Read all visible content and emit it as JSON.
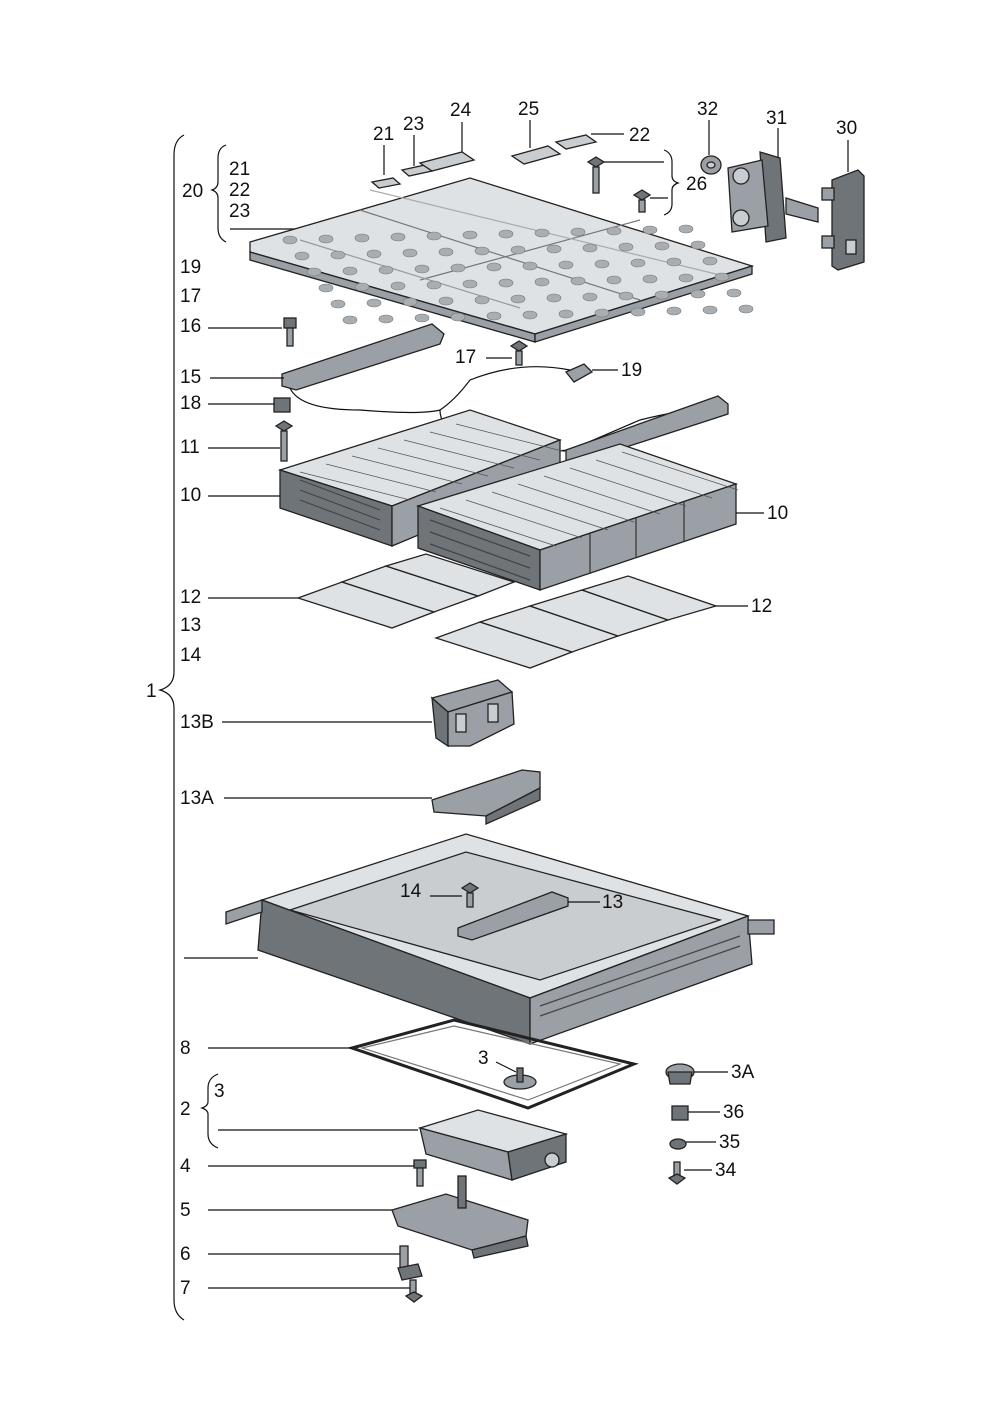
{
  "callouts": {
    "c1": "1",
    "c2": "2",
    "c3_bracket": "3",
    "c3_tray": "3",
    "c3a": "3A",
    "c4": "4",
    "c5": "5",
    "c6": "6",
    "c7": "7",
    "c8": "8",
    "c10_left": "10",
    "c10_right": "10",
    "c11": "11",
    "c12_left": "12",
    "c12_right": "12",
    "c13_list": "13",
    "c13_tray": "13",
    "c13a": "13A",
    "c13b": "13B",
    "c14_list": "14",
    "c14_tray": "14",
    "c15": "15",
    "c16": "16",
    "c17_list": "17",
    "c17_wire": "17",
    "c18": "18",
    "c19_list": "19",
    "c19_wire": "19",
    "c20": "20",
    "c21_group": "21",
    "c22_group": "22",
    "c23_group": "23",
    "c21_top": "21",
    "c22_top": "22",
    "c23_top": "23",
    "c24": "24",
    "c25": "25",
    "c26": "26",
    "c30": "30",
    "c31": "31",
    "c32": "32",
    "c34": "34",
    "c35": "35",
    "c36": "36"
  }
}
